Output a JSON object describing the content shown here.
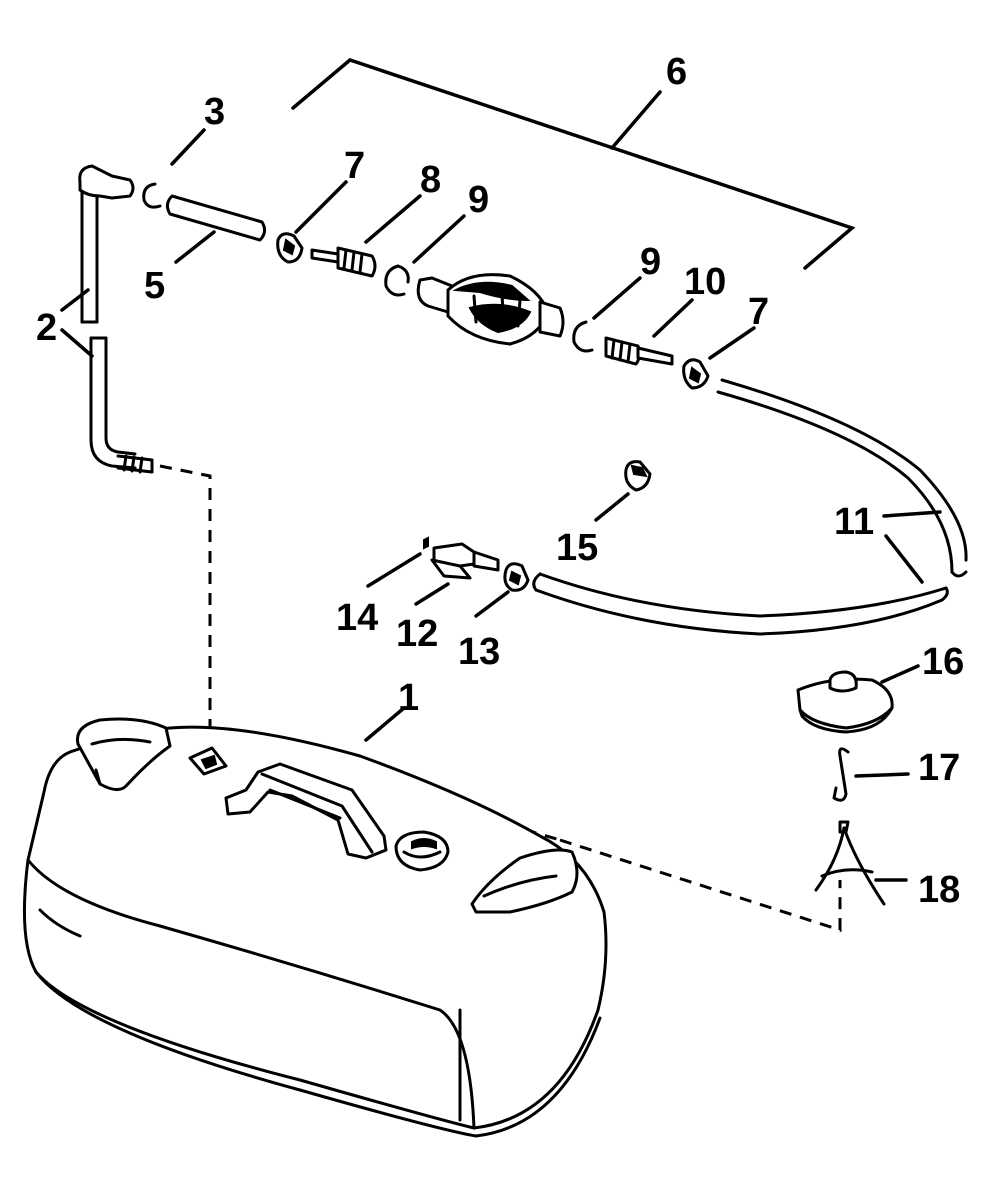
{
  "callouts": {
    "n1": "1",
    "n2": "2",
    "n3": "3",
    "n5": "5",
    "n6": "6",
    "n7a": "7",
    "n7b": "7",
    "n8": "8",
    "n9a": "9",
    "n9b": "9",
    "n10": "10",
    "n11": "11",
    "n12": "12",
    "n13": "13",
    "n14": "14",
    "n15": "15",
    "n16": "16",
    "n17": "17",
    "n18": "18"
  },
  "colors": {
    "ink": "#000000",
    "paper": "#ffffff"
  }
}
